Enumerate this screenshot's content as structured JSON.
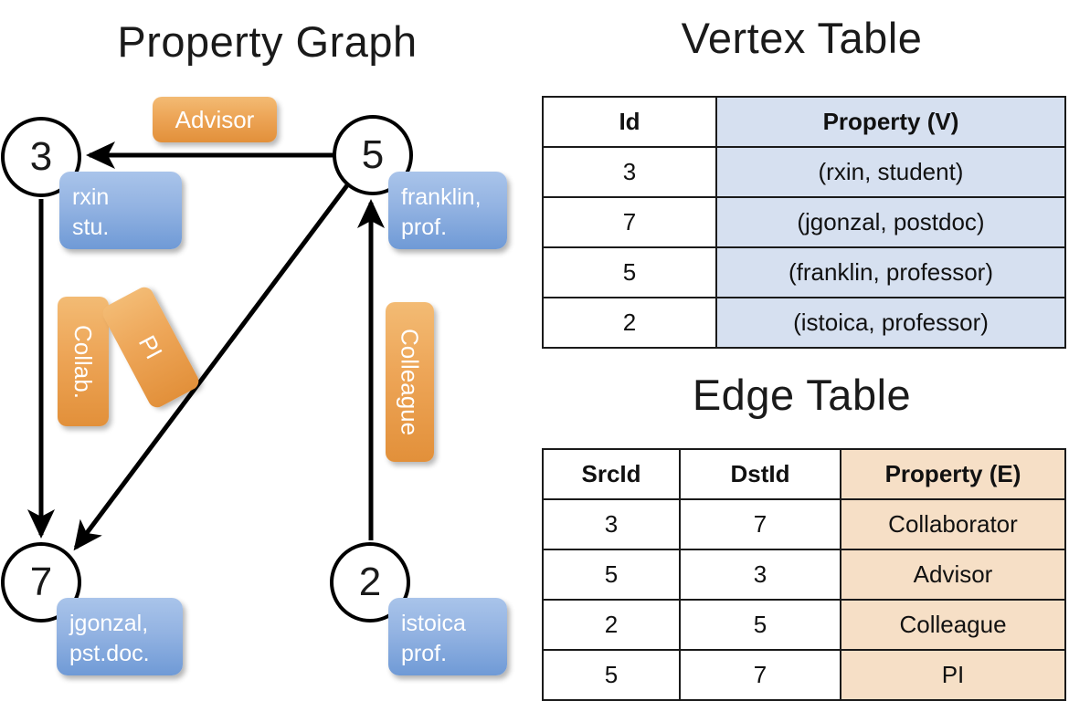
{
  "titles": {
    "property_graph": "Property Graph",
    "vertex_table": "Vertex Table",
    "edge_table": "Edge Table"
  },
  "graph": {
    "nodes": [
      {
        "id": "3",
        "label": "3",
        "property_lines": [
          "rxin",
          "stu."
        ]
      },
      {
        "id": "5",
        "label": "5",
        "property_lines": [
          "franklin,",
          "prof."
        ]
      },
      {
        "id": "7",
        "label": "7",
        "property_lines": [
          "jgonzal,",
          "pst.doc."
        ]
      },
      {
        "id": "2",
        "label": "2",
        "property_lines": [
          "istoica",
          "prof."
        ]
      }
    ],
    "vertex_boxes": {
      "rxin": "rxin\nstu.",
      "rxin_l1": "rxin",
      "rxin_l2": "stu.",
      "franklin_l1": "franklin,",
      "franklin_l2": "prof.",
      "jgonzal_l1": "jgonzal,",
      "jgonzal_l2": "pst.doc.",
      "istoica_l1": "istoica",
      "istoica_l2": "prof."
    },
    "edge_labels": {
      "advisor": "Advisor",
      "collab": "Collab.",
      "pi": "PI",
      "colleague": "Colleague"
    },
    "edges": [
      {
        "src": "5",
        "dst": "3",
        "label": "Advisor"
      },
      {
        "src": "3",
        "dst": "7",
        "label": "Collab."
      },
      {
        "src": "5",
        "dst": "7",
        "label": "PI"
      },
      {
        "src": "2",
        "dst": "5",
        "label": "Colleague"
      }
    ]
  },
  "vertex_table": {
    "headers": [
      "Id",
      "Property (V)"
    ],
    "rows": [
      {
        "id": "3",
        "property": "(rxin, student)"
      },
      {
        "id": "7",
        "property": "(jgonzal, postdoc)"
      },
      {
        "id": "5",
        "property": "(franklin, professor)"
      },
      {
        "id": "2",
        "property": "(istoica, professor)"
      }
    ]
  },
  "edge_table": {
    "headers": [
      "SrcId",
      "DstId",
      "Property (E)"
    ],
    "rows": [
      {
        "src": "3",
        "dst": "7",
        "property": "Collaborator"
      },
      {
        "src": "5",
        "dst": "3",
        "property": "Advisor"
      },
      {
        "src": "2",
        "dst": "5",
        "property": "Colleague"
      },
      {
        "src": "5",
        "dst": "7",
        "property": "PI"
      }
    ]
  },
  "colors": {
    "vertex_property_fill": "#d6e0f0",
    "edge_property_fill": "#f6dfc6",
    "vertex_box_blue": "#7ba3da",
    "edge_label_orange": "#eda557",
    "stroke": "#1a1a1a"
  }
}
